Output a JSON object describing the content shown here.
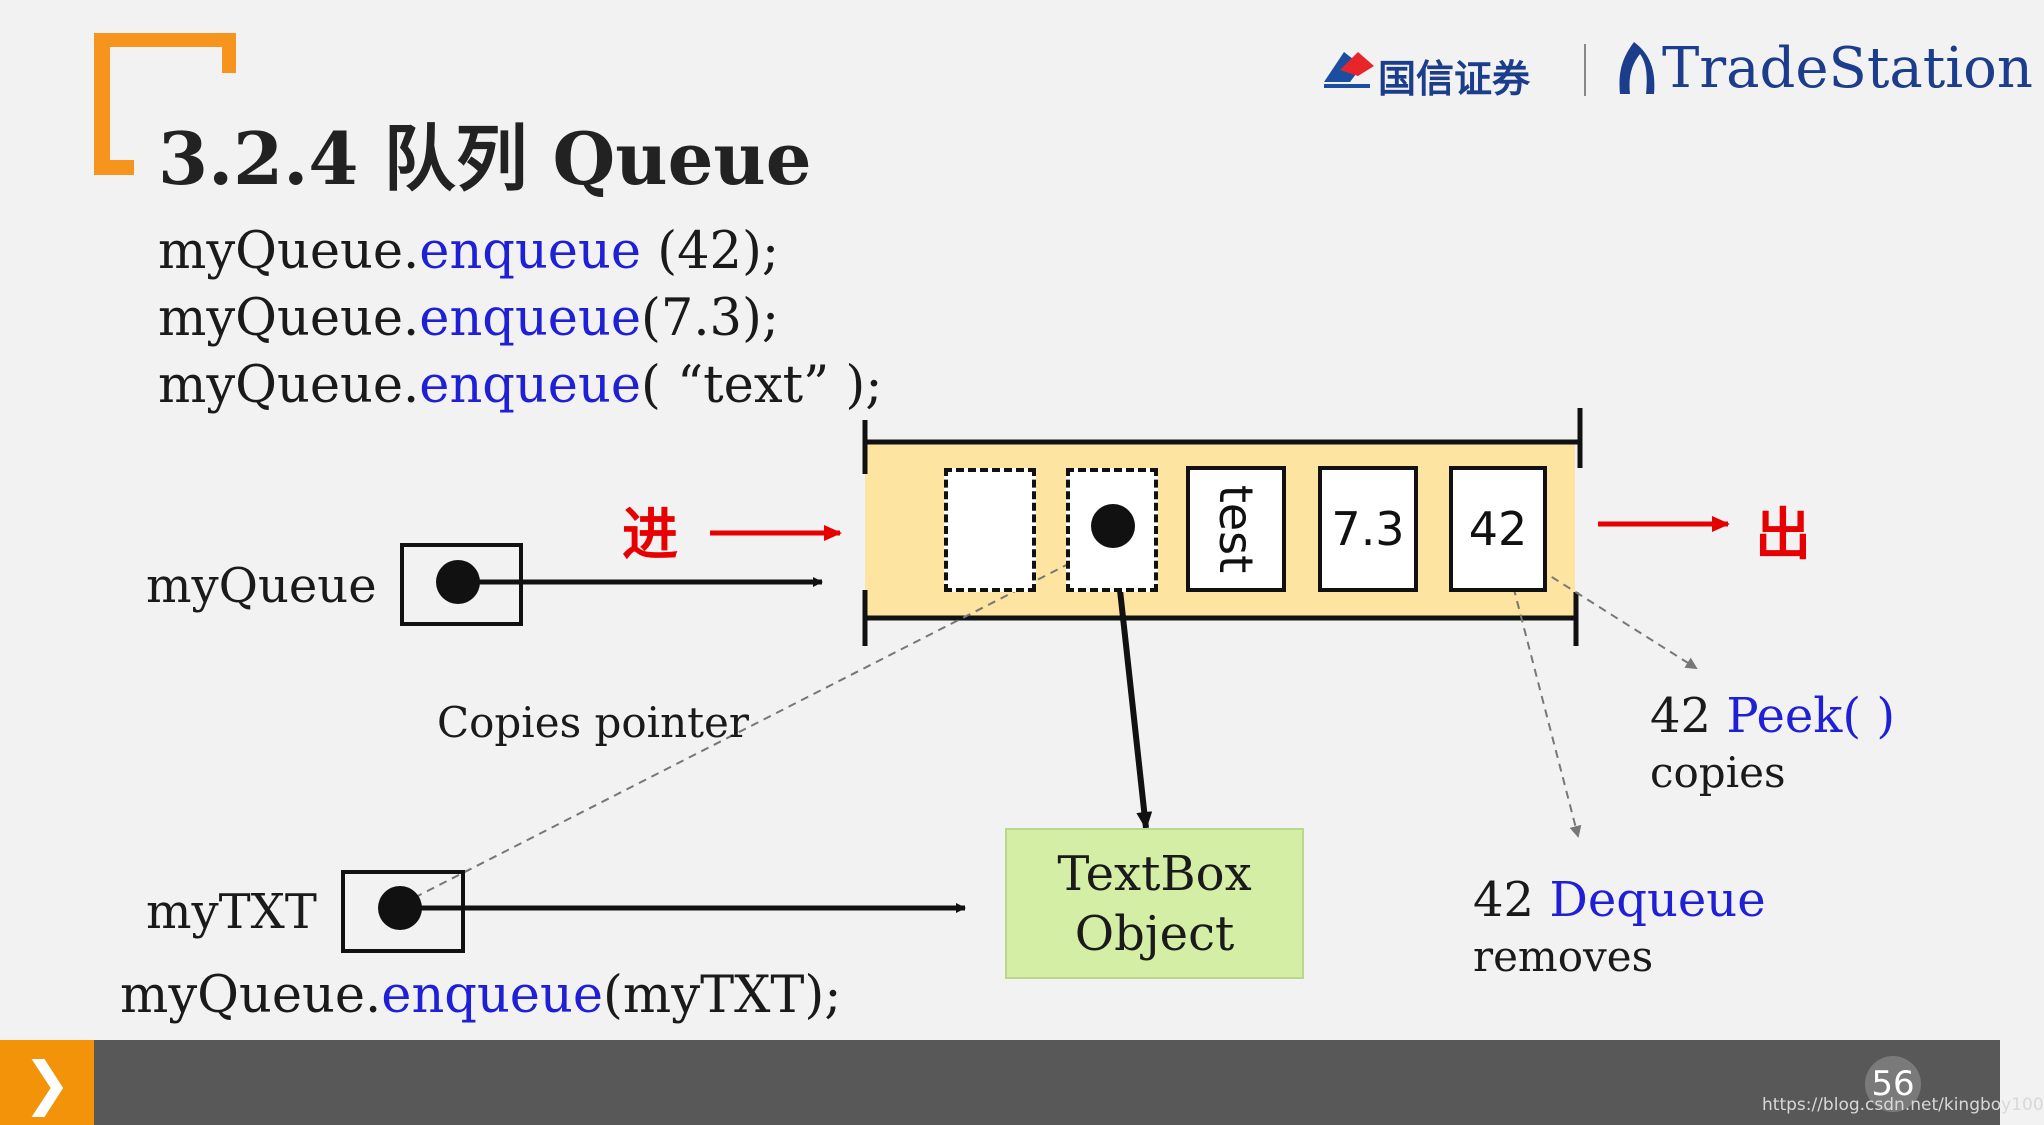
{
  "header": {
    "title": "3.2.4 队列 Queue",
    "logo_company_cn": "国信证券",
    "logo_brand": "TradeStation",
    "accent_color": "#f7941d"
  },
  "code_lines": [
    {
      "obj": "myQueue.",
      "method": "enqueue",
      "args": " (42);"
    },
    {
      "obj": "myQueue.",
      "method": "enqueue",
      "args": "(7.3);"
    },
    {
      "obj": "myQueue.",
      "method": "enqueue",
      "args": "( “text” );"
    }
  ],
  "final_code": {
    "obj": "myQueue.",
    "method": "enqueue",
    "args": "(myTXT);"
  },
  "diagram": {
    "queue_var_label": "myQueue",
    "txt_var_label": "myTXT",
    "enter_label": "进",
    "exit_label": "出",
    "cells": [
      "",
      "",
      "test",
      "7.3",
      "42"
    ],
    "copies_pointer_label": "Copies pointer",
    "textbox_object_line1": "TextBox",
    "textbox_object_line2": "Object",
    "peek": {
      "value": "42",
      "method": "Peek( )",
      "note": "copies"
    },
    "dequeue": {
      "value": "42",
      "method": "Dequeue",
      "note": "removes"
    }
  },
  "footer": {
    "page_number": "56",
    "watermark": "https://blog.csdn.net/kingboy100",
    "tab_glyph": "❯"
  }
}
